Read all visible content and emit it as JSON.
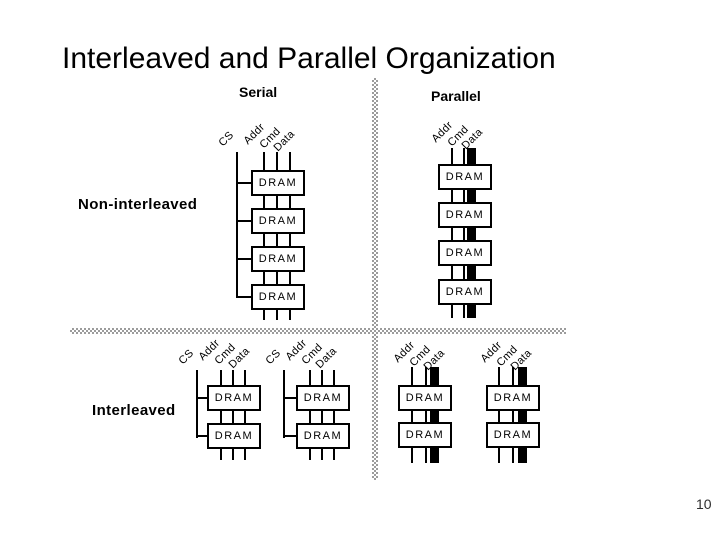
{
  "slide": {
    "title": "Interleaved and Parallel Organization",
    "page_number": "10"
  },
  "headers": {
    "serial": "Serial",
    "parallel": "Parallel"
  },
  "rows": {
    "non_interleaved": "Non-interleaved",
    "interleaved": "Interleaved"
  },
  "labels": {
    "dram": "DRAM",
    "cs": "CS",
    "addr": "Addr",
    "cmd": "Cmd",
    "data": "Data"
  },
  "colors": {
    "line": "#000000",
    "divider_dot": "#9c9c9c",
    "background": "#ffffff"
  },
  "diagram": {
    "quadrants": [
      {
        "row": "Non-interleaved",
        "column": "Serial",
        "dram_count": 4,
        "buses": [
          "CS",
          "Addr",
          "Cmd",
          "Data"
        ],
        "data_bus": "narrow"
      },
      {
        "row": "Non-interleaved",
        "column": "Parallel",
        "dram_count": 4,
        "buses": [
          "Addr",
          "Cmd",
          "Data"
        ],
        "data_bus": "wide"
      },
      {
        "row": "Interleaved",
        "column": "Serial",
        "dram_count": 4,
        "banks": 2,
        "buses": [
          "CS",
          "Addr",
          "Cmd",
          "Data"
        ],
        "data_bus": "narrow"
      },
      {
        "row": "Interleaved",
        "column": "Parallel",
        "dram_count": 4,
        "banks": 2,
        "buses": [
          "Addr",
          "Cmd",
          "Data"
        ],
        "data_bus": "wide"
      }
    ]
  }
}
